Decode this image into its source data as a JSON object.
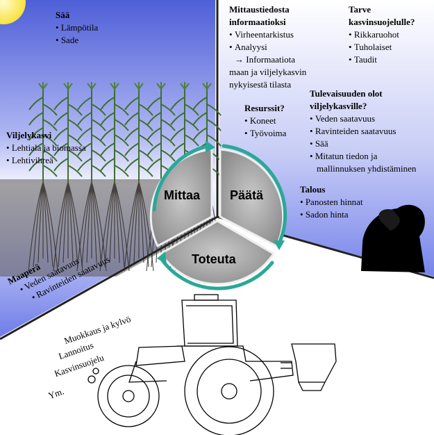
{
  "colors": {
    "panel_blue": "#6d7be8",
    "panel_light": "#eef0ff",
    "arrow_teal": "#2aa898",
    "segment_grey": "#9e9e9e"
  },
  "weather": {
    "title": "Sää",
    "items": [
      "Lämpötila",
      "Sade"
    ]
  },
  "crop": {
    "title": "Viljelykasvi",
    "items": [
      "Lehtiala ja biomassa",
      "Lehtivihreä"
    ]
  },
  "soil": {
    "title": "Maaperä",
    "items": [
      "Veden saatavuus",
      "Ravinteiden saatavuus"
    ]
  },
  "info": {
    "title_line1": "Mittaustiedosta",
    "title_line2": "informaatioksi",
    "items": [
      "Virheentarkistus",
      "Analyysi"
    ],
    "arrow_text_line1": "→ Informaatiota",
    "arrow_text_line2": "maan ja viljelykasvin",
    "arrow_text_line3": "nykyisestä tilasta"
  },
  "protection": {
    "title_line1": "Tarve",
    "title_line2": "kasvinsuojelulle?",
    "items": [
      "Rikkaruohot",
      "Tuholaiset",
      "Taudit"
    ]
  },
  "resources": {
    "title": "Resurssit?",
    "items": [
      "Koneet",
      "Työvoima"
    ]
  },
  "future": {
    "title_line1": "Tulevaisuuden olot",
    "title_line2": "viljelykasville?",
    "items": [
      "Veden saatavuus",
      "Ravinteiden saatavuus",
      "Sää",
      "Mitatun tiedon ja",
      "mallinnuksen yhdistäminen"
    ]
  },
  "economy": {
    "title": "Talous",
    "items": [
      "Panosten hinnat",
      "Sadon hinta"
    ]
  },
  "operations": {
    "items": [
      "Muokkaus ja kylvö",
      "Lannoitus",
      "Kasvinsuojelu",
      "Ym."
    ]
  },
  "cycle": {
    "measure": "Mittaa",
    "decide": "Päätä",
    "execute": "Toteuta"
  }
}
